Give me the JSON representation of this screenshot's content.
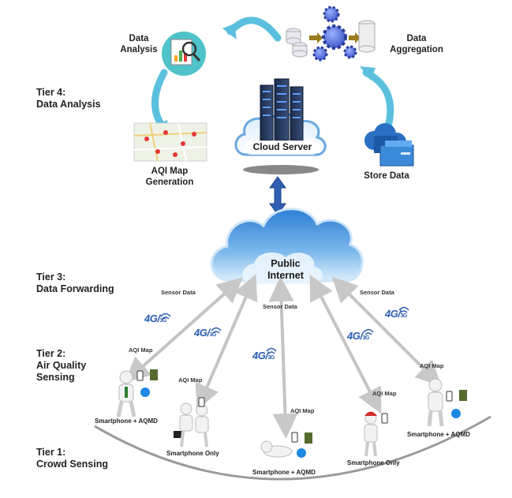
{
  "tiers": {
    "tier4": "Tier 4:\nData Analysis",
    "tier3": "Tier 3:\nData Forwarding",
    "tier2": "Tier 2:\nAir Quality\nSensing",
    "tier1": "Tier 1:\nCrowd Sensing"
  },
  "top": {
    "data_analysis": "Data\nAnalysis",
    "data_aggregation": "Data\nAggregation",
    "aqi_map_generation": "AQI Map\nGeneration",
    "cloud_server": "Cloud Server",
    "store_data": "Store Data"
  },
  "internet": {
    "label": "Public\nInternet"
  },
  "links": {
    "sensor_data_1": "Sensor Data",
    "sensor_data_2": "Sensor Data",
    "sensor_data_3": "Sensor Data",
    "aqi_map_1": "AQI Map",
    "aqi_map_2": "AQI Map",
    "aqi_map_3": "AQI Map",
    "aqi_map_4": "AQI Map",
    "aqi_map_5": "AQI Map"
  },
  "network_badge": {
    "g4": "4G",
    "g3": "3G"
  },
  "devices": {
    "d1": "Smartphone + AQMD",
    "d2": "Smartphone Only",
    "d3": "Smartphone + AQMD",
    "d4": "Smartphone Only",
    "d5": "Smartphone + AQMD"
  },
  "colors": {
    "cycle_arrow": "#5bc0de",
    "cloud_blue": "#3a8fd8",
    "double_arrow": "#2f5fb3",
    "link_line": "#b0b0b0",
    "person": "#f0f0f0",
    "red_cap": "#d42a2a",
    "bluetooth": "#1e88e5"
  }
}
